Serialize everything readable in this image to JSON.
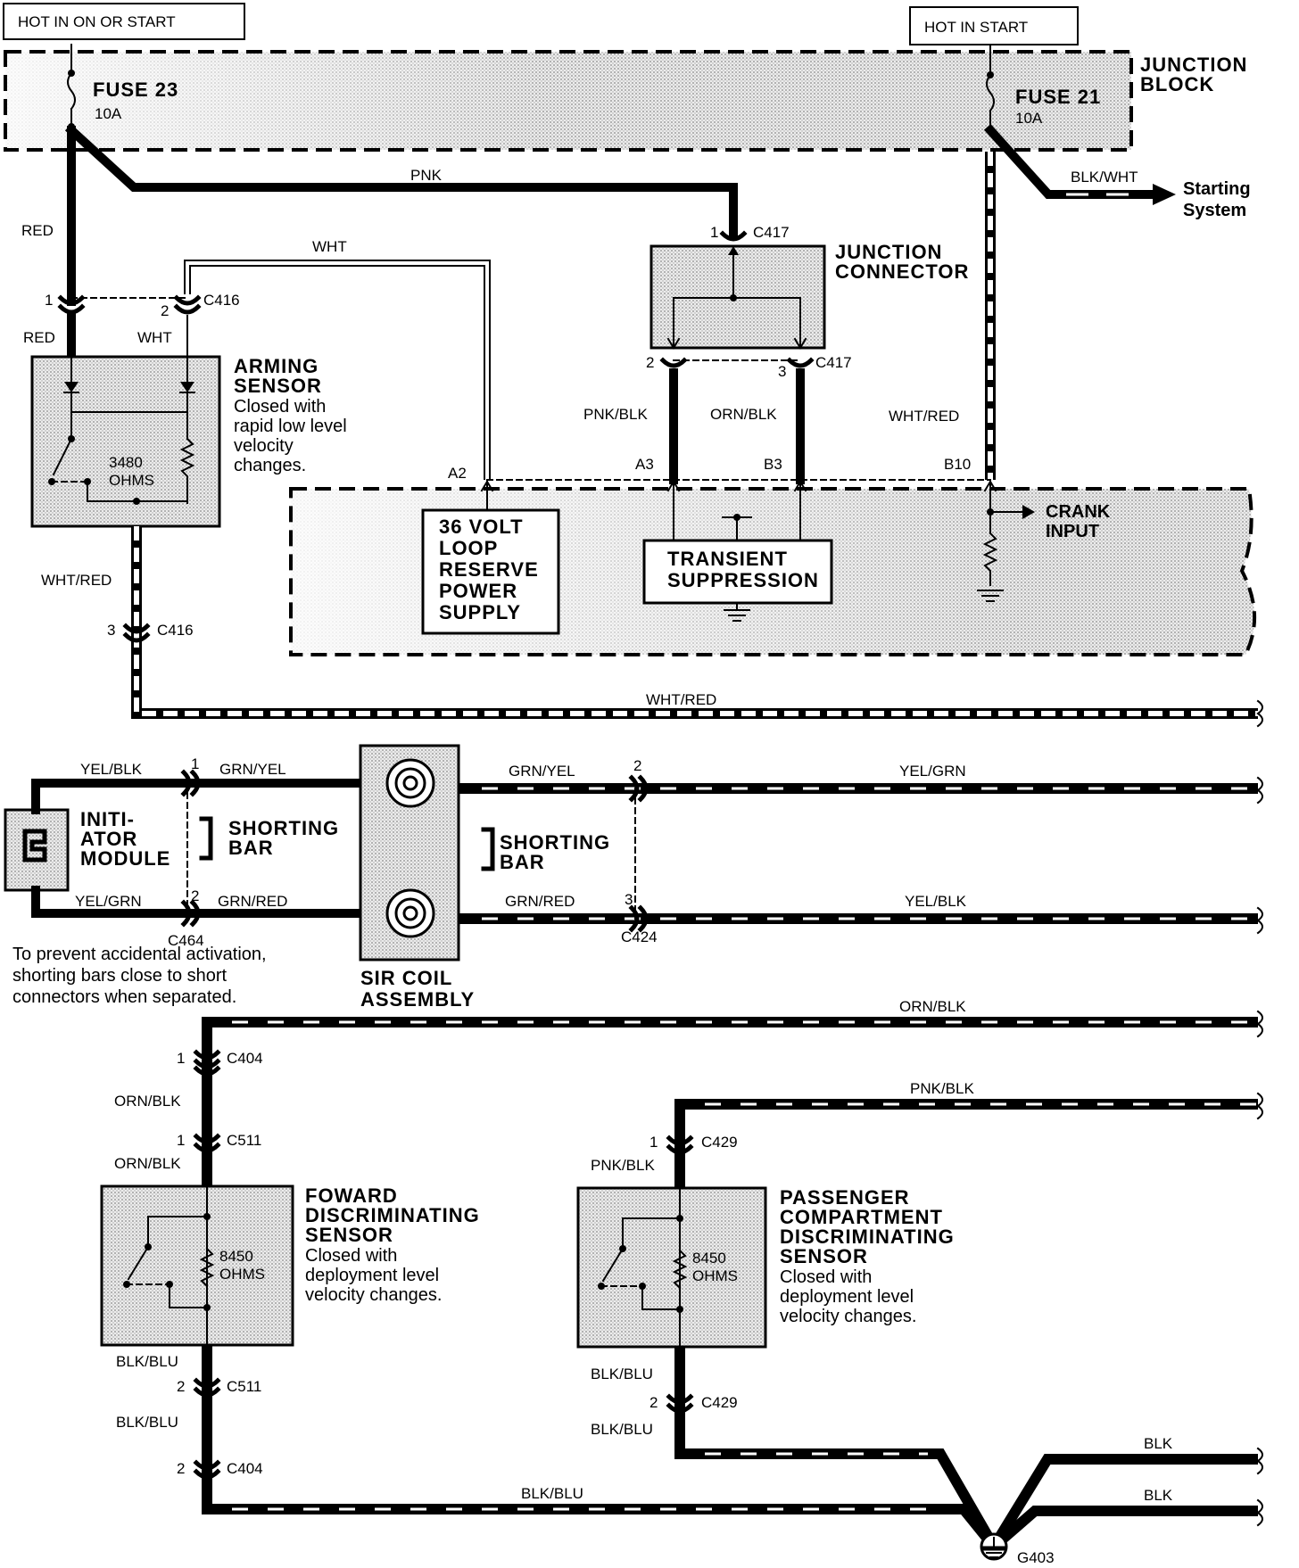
{
  "header": {
    "hot_on_start": "HOT IN ON OR START",
    "hot_start": "HOT IN START"
  },
  "junction_block": {
    "title_line1": "JUNCTION",
    "title_line2": "BLOCK"
  },
  "fuses": {
    "fuse23": {
      "name": "FUSE 23",
      "rating": "10A"
    },
    "fuse21": {
      "name": "FUSE 21",
      "rating": "10A"
    }
  },
  "wires": {
    "red": "RED",
    "pnk": "PNK",
    "wht": "WHT",
    "blk_wht": "BLK/WHT",
    "pnk_blk": "PNK/BLK",
    "orn_blk": "ORN/BLK",
    "wht_red": "WHT/RED",
    "yel_blk": "YEL/BLK",
    "yel_grn": "YEL/GRN",
    "grn_yel": "GRN/YEL",
    "grn_red": "GRN/RED",
    "blk_blu": "BLK/BLU",
    "blk": "BLK"
  },
  "starting_system": {
    "line1": "Starting",
    "line2": "System"
  },
  "connectors": {
    "c416": "C416",
    "c417": "C417",
    "c464": "C464",
    "c424": "C424",
    "c404": "C404",
    "c511": "C511",
    "c429": "C429",
    "g403": "G403"
  },
  "pins": {
    "p1": "1",
    "p2": "2",
    "p3": "3",
    "a2": "A2",
    "a3": "A3",
    "b3": "B3",
    "b10": "B10"
  },
  "junction_connector": {
    "line1": "JUNCTION",
    "line2": "CONNECTOR"
  },
  "arming_sensor": {
    "line1": "ARMING",
    "line2": "SENSOR",
    "desc1": "Closed with",
    "desc2": "rapid low level",
    "desc3": "velocity",
    "desc4": "changes.",
    "res1": "3480",
    "res2": "OHMS"
  },
  "power_supply": {
    "line1": "36 VOLT",
    "line2": "LOOP",
    "line3": "RESERVE",
    "line4": "POWER",
    "line5": "SUPPLY"
  },
  "transient": {
    "line1": "TRANSIENT",
    "line2": "SUPPRESSION"
  },
  "crank": {
    "line1": "CRANK",
    "line2": "INPUT"
  },
  "initiator": {
    "line1": "INITI-",
    "line2": "ATOR",
    "line3": "MODULE"
  },
  "shorting_bar": {
    "line1": "SHORTING",
    "line2": "BAR"
  },
  "sir_coil": {
    "line1": "SIR COIL",
    "line2": "ASSEMBLY"
  },
  "note": {
    "line1": "To prevent accidental activation,",
    "line2": "shorting bars close to short",
    "line3": "connectors when separated."
  },
  "forward_sensor": {
    "line1": "FOWARD",
    "line2": "DISCRIMINATING",
    "line3": "SENSOR",
    "desc1": "Closed with",
    "desc2": "deployment level",
    "desc3": "velocity changes.",
    "res1": "8450",
    "res2": "OHMS"
  },
  "passenger_sensor": {
    "line1": "PASSENGER",
    "line2": "COMPARTMENT",
    "line3": "DISCRIMINATING",
    "line4": "SENSOR",
    "desc1": "Closed with",
    "desc2": "deployment level",
    "desc3": "velocity changes.",
    "res1": "8450",
    "res2": "OHMS"
  },
  "colors": {
    "shade": "#d9d9d9",
    "ink": "#000000"
  }
}
